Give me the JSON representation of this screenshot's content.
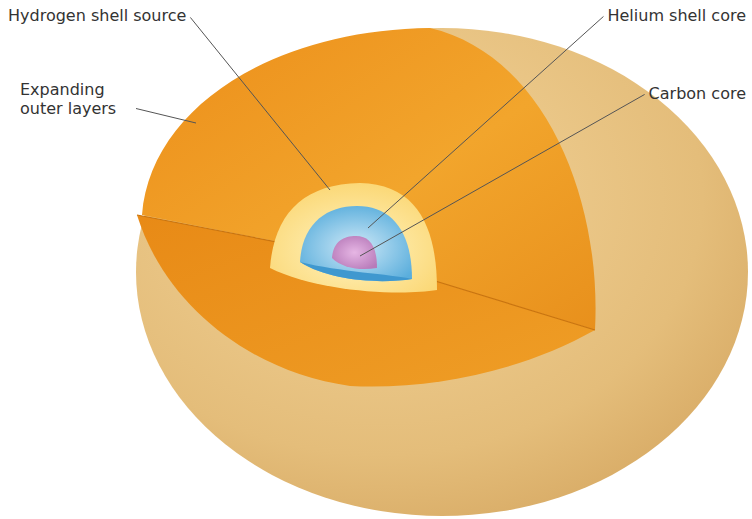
{
  "diagram": {
    "labels": [
      "Hydrogen shell source",
      "Helium shell core",
      "Carbon core",
      "Expanding outer layers"
    ]
  }
}
